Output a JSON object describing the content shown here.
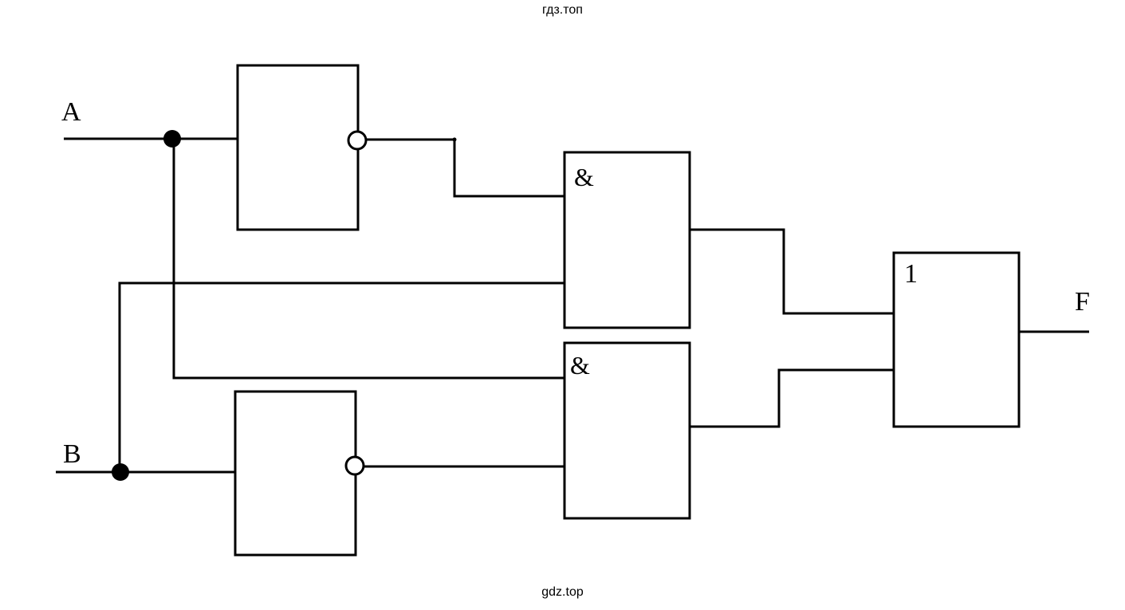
{
  "watermark_top": "гдз.топ",
  "watermark_bottom": "gdz.top",
  "inputs": {
    "a": "A",
    "b": "B"
  },
  "output": "F",
  "gates": {
    "not_a": "",
    "not_b": "",
    "and_upper": "&",
    "and_lower": "&",
    "or_out": "1"
  }
}
